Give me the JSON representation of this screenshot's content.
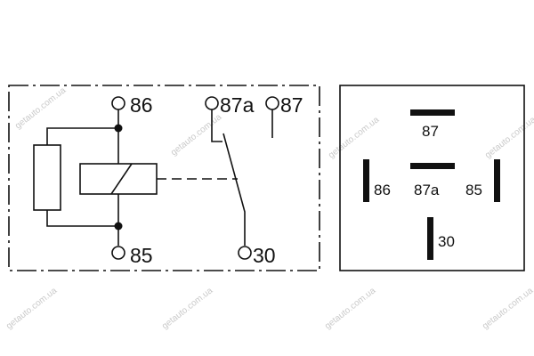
{
  "schematic": {
    "pins": {
      "p86": "86",
      "p85": "85",
      "p87a": "87a",
      "p87": "87",
      "p30": "30"
    }
  },
  "footprint": {
    "pins": {
      "p87": "87",
      "p87a": "87a",
      "p86": "86",
      "p85": "85",
      "p30": "30"
    }
  },
  "watermark": {
    "text": "getauto.com.ua"
  },
  "colors": {
    "line": "#111111",
    "watermark": "#c9c9c9",
    "background": "#ffffff"
  }
}
